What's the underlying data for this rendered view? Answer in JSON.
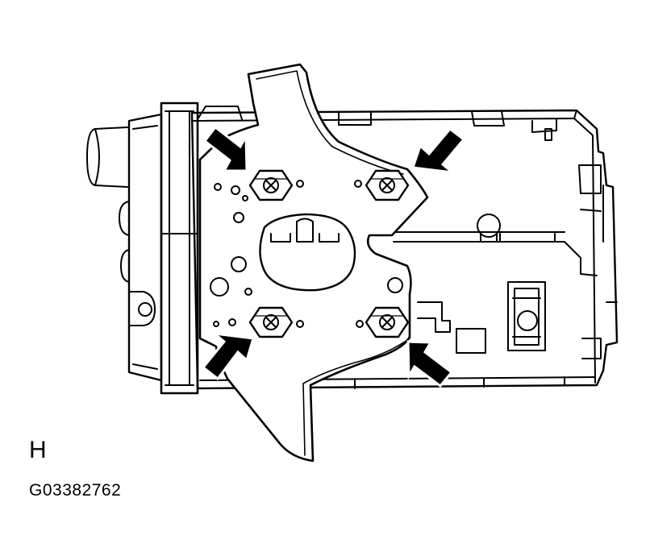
{
  "figure": {
    "view_label": "H",
    "figure_code": "G03382762"
  },
  "colors": {
    "ink": "#000000",
    "paper": "#ffffff"
  },
  "callouts": [
    {
      "name": "arrow-upper-left",
      "points_to": "nut-upper-left"
    },
    {
      "name": "arrow-upper-right",
      "points_to": "nut-upper-right"
    },
    {
      "name": "arrow-lower-left",
      "points_to": "nut-lower-left"
    },
    {
      "name": "arrow-lower-right",
      "points_to": "nut-lower-right"
    }
  ]
}
